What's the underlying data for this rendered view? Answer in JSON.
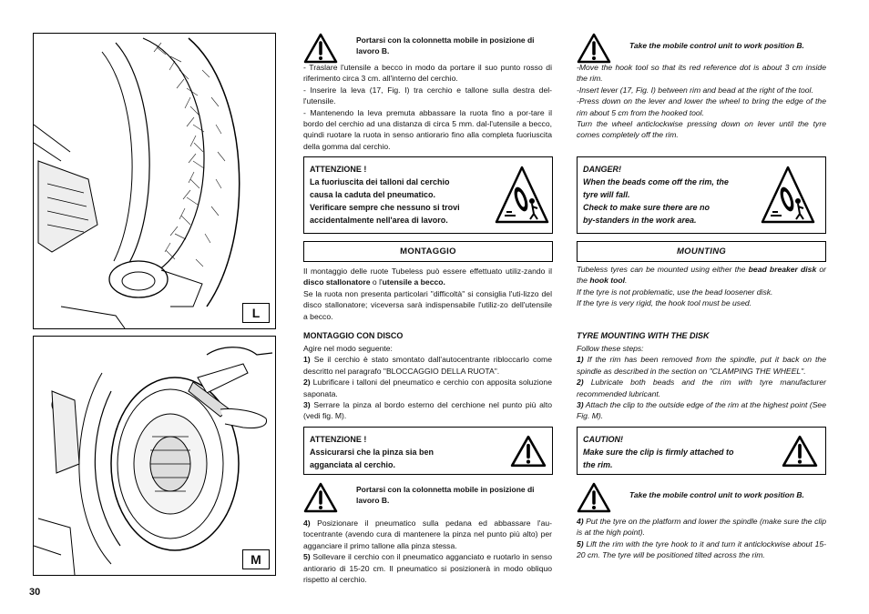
{
  "page_number": "30",
  "figures": {
    "top_label": "L",
    "bottom_label": "M"
  },
  "italian": {
    "warn1": "Portarsi con la colonnetta mobile  in posizione di lavoro B.",
    "steps1": [
      "- Traslare  l'utensile a becco in modo da portare il suo punto rosso di riferimento circa 3 cm. all'interno del cerchio.",
      "- Inserire la leva    (17, Fig. I) tra cerchio e tallone sulla destra del-l'utensile.",
      "- Mantenendo la leva premuta abbassare la ruota fino a por-tare il bordo del cerchio ad una distanza di circa 5 mm. dal-l'utensile a becco, quindi ruotare la ruota in senso antiorario fino alla completa fuoriuscita della gomma dal cerchio."
    ],
    "attention1": {
      "title": "ATTENZIONE !",
      "lines": [
        "La fuoriuscita dei talloni dal cerchio",
        "causa  la  caduta  del  pneumatico.",
        "Verificare sempre che nessuno si trovi",
        "accidentalmente  nell'area  di  lavoro."
      ]
    },
    "section": "MONTAGGIO",
    "mount_intro_1": "Il montaggio delle ruote Tubeless può essere effettuato utiliz-zando il ",
    "mount_intro_b1": "disco stallonatore",
    "mount_intro_2": " o l'",
    "mount_intro_b2": "utensile a becco.",
    "mount_intro_3": "Se la ruota non presenta particolari \"difficoltà\" si consiglia l'uti-lizzo del disco stallonatore; viceversa sarà indispensabile l'utiliz-zo dell'utensile a becco.",
    "subhead": "MONTAGGIO CON DISCO",
    "follow": "Agire nel modo seguente:",
    "step1_num": "1)",
    "step1": " Se il cerchio è stato smontato dall'autocentrante ribloccarlo come descritto nel paragrafo \"BLOCCAGGIO DELLA RUOTA\".",
    "step2_num": "2)",
    "step2": " Lubrificare i talloni del pneumatico e cerchio con apposita soluzione saponata.",
    "step3_num": "3)",
    "step3": " Serrare la pinza   al bordo esterno del cerchione nel punto più alto (vedi fig. M).",
    "attention2": {
      "title": "ATTENZIONE !",
      "lines": [
        "Assicurarsi che la pinza sia ben",
        "agganciata  al  cerchio."
      ]
    },
    "warn2": "Portarsi con la colonnetta mobile  in posizione di lavoro B.",
    "step4_num": "4)",
    "step4": " Posizionare il pneumatico sulla pedana ed abbassare l'au-tocentrante (avendo cura di mantenere la pinza nel punto più alto) per agganciare il primo tallone alla pinza stessa.",
    "step5_num": "5)",
    "step5": " Sollevare il cerchio con il pneumatico agganciato e ruotarlo in senso antiorario di 15-20 cm. Il pneumatico si posizionerà in modo obliquo rispetto al cerchio."
  },
  "english": {
    "warn1": "Take the mobile control unit to work position B.",
    "steps1": [
      "-Move the hook tool so that its red reference dot is about 3 cm inside the rim.",
      "-Insert lever    (17, Fig. I) between rim and bead at the right of the tool.",
      "-Press down on the lever and lower the wheel to bring the edge of the rim about 5 cm from the hooked tool.",
      "Turn the wheel anticlockwise pressing down on lever   until the tyre comes completely off the rim."
    ],
    "danger": {
      "title": "DANGER!",
      "lines": [
        "When the beads come off the rim, the",
        "tyre will fall.",
        "Check to make sure there are no",
        "by-standers in the work area."
      ]
    },
    "section": "MOUNTING",
    "mount_intro_1": "Tubeless tyres can be mounted using either the ",
    "mount_intro_b1": "bead breaker disk",
    "mount_intro_2": " or the ",
    "mount_intro_b2": "hook tool",
    "mount_intro_3": ".",
    "mount_intro_4": "If the tyre is not problematic, use the bead loosener disk.",
    "mount_intro_5": "If the tyre is very rigid, the hook tool must be used.",
    "subhead": "TYRE MOUNTING WITH THE DISK",
    "follow": "Follow these steps:",
    "step1_num": "1)",
    "step1": " If the rim has been removed from the spindle, put it back on the spindle as described in the section on \"CLAMPING THE WHEEL\".",
    "step2_num": "2)",
    "step2": " Lubricate both beads and the rim with tyre manufacturer recommended lubricant.",
    "step3_num": "3)",
    "step3": " Attach the   clip to the outside edge of the rim at the highest point (See Fig. M).",
    "caution": {
      "title": "CAUTION!",
      "lines": [
        "Make sure the clip is firmly attached to",
        "the rim."
      ]
    },
    "warn2": "Take the mobile control unit to work position B.",
    "step4_num": "4)",
    "step4": " Put the tyre on the platform and lower the spindle (make sure the clip is at the high point).",
    "step5_num": "5)",
    "step5": " Lift the rim with the tyre hook to it and turn it anticlockwise about 15-20 cm. The tyre will be positioned tilted across the rim."
  }
}
